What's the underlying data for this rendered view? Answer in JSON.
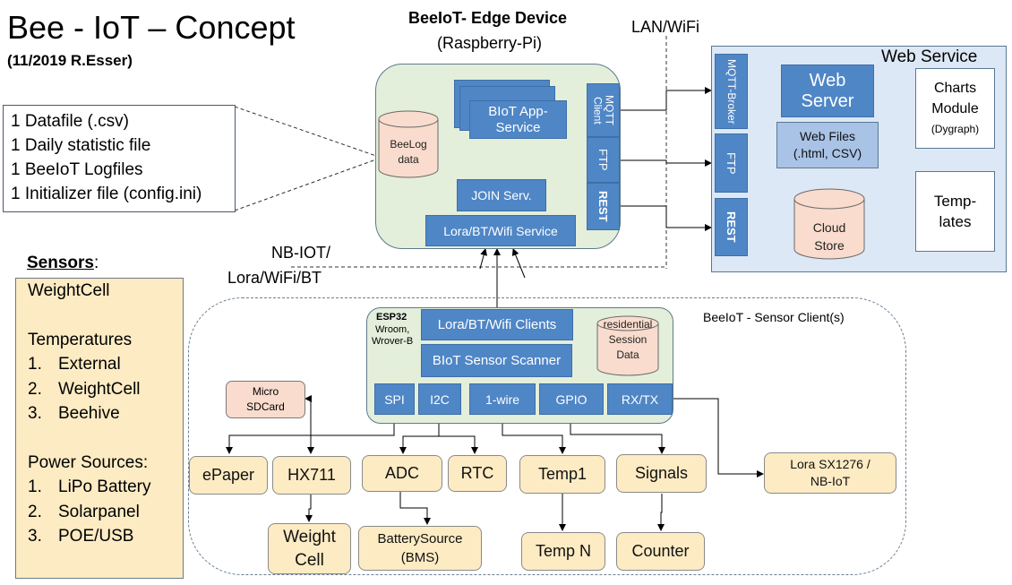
{
  "title": "Bee - IoT – Concept",
  "subtitle": "(11/2019 R.Esser)",
  "files_box": {
    "items": [
      "1 Datafile (.csv)",
      "1 Daily statistic file",
      "1 BeeIoT  Logfiles",
      "1 Initializer file (config.ini)"
    ]
  },
  "sensors": {
    "heading": "Sensors",
    "heading_suffix": ":",
    "weightcell": "WeightCell",
    "temperatures_title": "Temperatures",
    "temperatures": [
      {
        "num": "1.",
        "label": "External"
      },
      {
        "num": "2.",
        "label": "WeightCell"
      },
      {
        "num": "3.",
        "label": "Beehive"
      }
    ],
    "power_title": "Power Sources:",
    "power": [
      {
        "num": "1.",
        "label": "LiPo Battery"
      },
      {
        "num": "2.",
        "label": "Solarpanel"
      },
      {
        "num": "3.",
        "label": "POE/USB"
      }
    ]
  },
  "edge": {
    "title": "BeeIoT-  Edge Device",
    "subtitle": "(Raspberry-Pi)",
    "beelog_line1": "BeeLog",
    "beelog_line2": "data",
    "app_service_line1": "BIoT App-",
    "app_service_line2": "Service",
    "join": "JOIN Serv.",
    "radio_service": "Lora/BT/Wifi Service",
    "mqtt_client": "MQTT Client",
    "ftp": "FTP",
    "rest": "REST"
  },
  "network": {
    "lan": "LAN/WiFi",
    "nbiot_line1": "NB-IOT/",
    "nbiot_line2": "Lora/WiFi/BT"
  },
  "web": {
    "title": "Web Service",
    "mqtt_broker": "MQTT-Broker",
    "ftp": "FTP",
    "rest": "REST",
    "server_line1": "Web",
    "server_line2": "Server",
    "files_line1": "Web Files",
    "files_line2": "(.html, CSV)",
    "cloud_line1": "Cloud",
    "cloud_line2": "Store",
    "charts_line1": "Charts",
    "charts_line2": "Module",
    "charts_line3": "(Dygraph)",
    "templates_line1": "Temp-",
    "templates_line2": "lates"
  },
  "client": {
    "title": "BeeIoT - Sensor Client(s)",
    "esp_title": "ESP32",
    "esp_line2": "Wroom,",
    "esp_line3": "Wrover-B",
    "radio_clients": "Lora/BT/Wifi Clients",
    "scanner": "BIoT Sensor Scanner",
    "session_line1": "residential",
    "session_line2": "Session",
    "session_line3": "Data",
    "ports": [
      "SPI",
      "I2C",
      "1-wire",
      "GPIO",
      "RX/TX"
    ],
    "sdcard_line1": "Micro",
    "sdcard_line2": "SDCard",
    "epaper": "ePaper",
    "hx711": "HX711",
    "adc": "ADC",
    "rtc": "RTC",
    "temp1": "Temp1",
    "signals": "Signals",
    "lora_line1": "Lora SX1276 /",
    "lora_line2": "NB-IoT",
    "weight_line1": "Weight",
    "weight_line2": "Cell",
    "battery_line1": "BatterySource",
    "battery_line2": "(BMS)",
    "tempn": "Temp N",
    "counter": "Counter"
  },
  "colors": {
    "blue": "#4f86c6",
    "edge_bg": "#e3eedb",
    "web_bg": "#dce8f5",
    "cream": "#fdebc3",
    "peach": "#f9dccd",
    "webfiles": "#a9c3e6"
  }
}
